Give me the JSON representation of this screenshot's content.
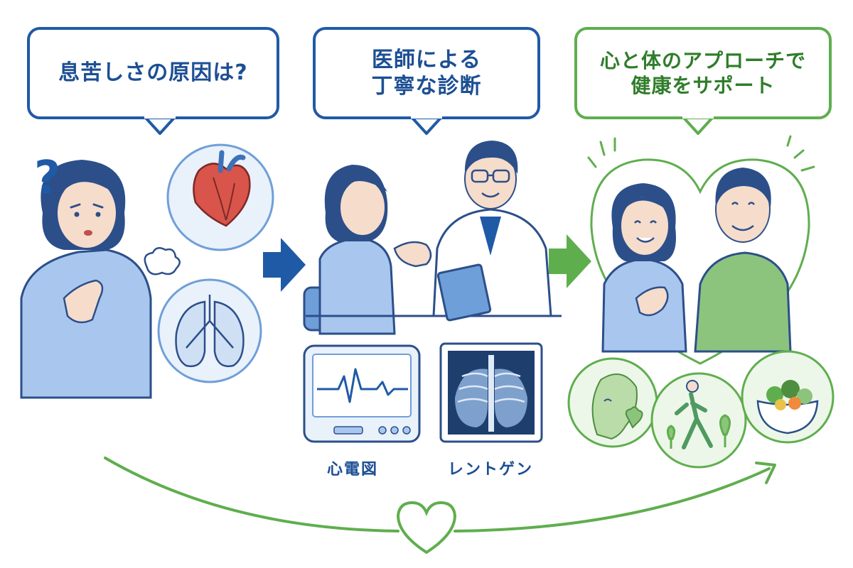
{
  "steps": [
    {
      "lines": [
        "息苦しさの原因は?"
      ]
    },
    {
      "lines": [
        "医師による",
        "丁寧な診断"
      ]
    },
    {
      "lines": [
        "心と体のアプローチで",
        "健康をサポート"
      ]
    }
  ],
  "exams": {
    "ecg": "心電図",
    "xray": "レントゲン"
  },
  "symbols": {
    "question": "?"
  },
  "colors": {
    "blue": "#1f5aa6",
    "green": "#5fae4e",
    "lightBlue": "#a9c7ee",
    "skin": "#f6dccb",
    "hair": "#2c4f8a"
  }
}
